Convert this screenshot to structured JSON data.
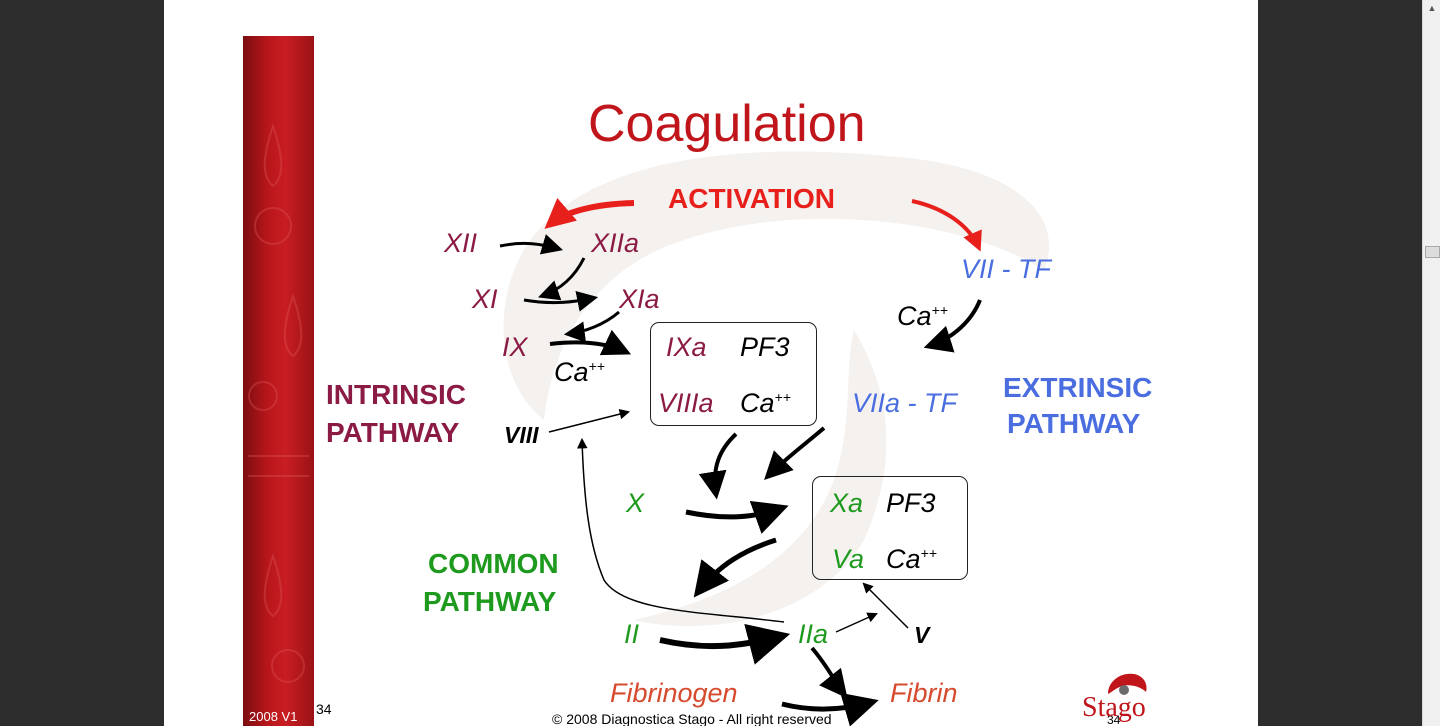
{
  "title": "Coagulation",
  "activation": "ACTIVATION",
  "intrinsic": {
    "line1": "INTRINSIC",
    "line2": "PATHWAY"
  },
  "extrinsic": {
    "line1": "EXTRINSIC",
    "line2": "PATHWAY"
  },
  "common": {
    "line1": "COMMON",
    "line2": "PATHWAY"
  },
  "factors": {
    "xii": "XII",
    "xiia": "XIIa",
    "xi": "XI",
    "xia": "XIa",
    "ix": "IX",
    "ca": "Ca",
    "ca_sup": "++",
    "ixa": "IXa",
    "pf3": "PF3",
    "viiia": "VIIIa",
    "viii": "VIII",
    "vii_tf": "VII - TF",
    "viia_tf": "VIIa - TF",
    "x": "X",
    "xa": "Xa",
    "va": "Va",
    "ii": "II",
    "iia": "IIa",
    "v": "V",
    "fibrinogen": "Fibrinogen",
    "fibrin": "Fibrin"
  },
  "footer": {
    "version": "2008 V1",
    "slide_number": "34",
    "copyright": "© 2008 Diagnostica Stago - All right reserved",
    "page_number": "34",
    "logo_text": "Stago"
  },
  "colors": {
    "title": "#c0161b",
    "intrinsic": "#8b1a44",
    "extrinsic": "#4a6ee0",
    "common": "#1e9a1e",
    "activation": "#e8201c",
    "fibrin": "#d64a2e"
  }
}
